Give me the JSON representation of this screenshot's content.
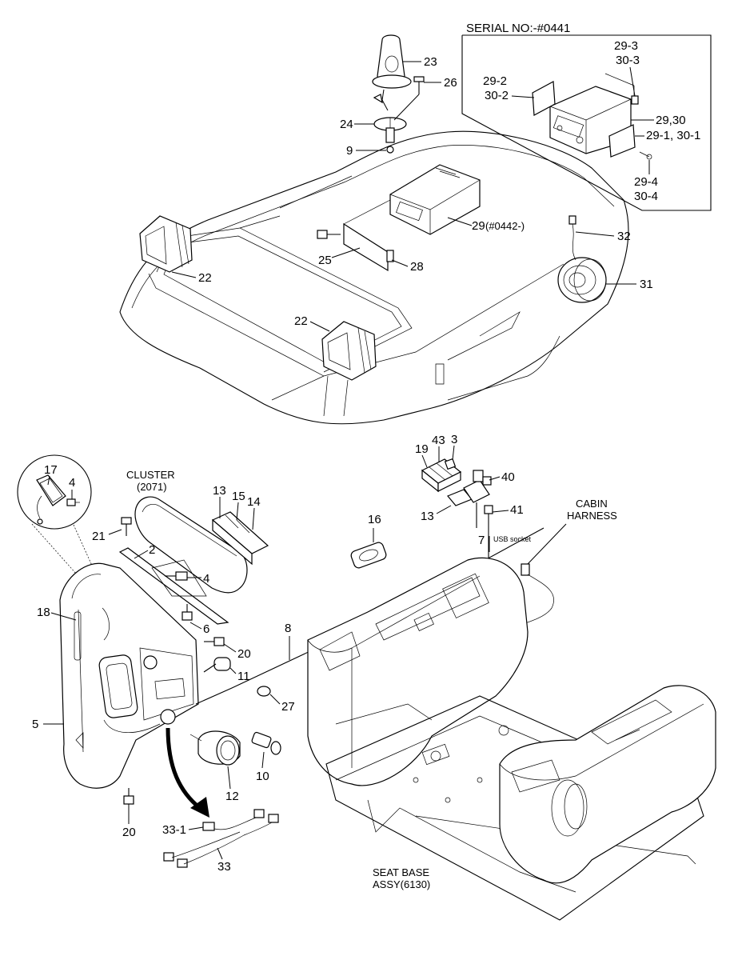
{
  "serial_box": {
    "title": "SERIAL NO:-#0441",
    "labels": {
      "l29_3": "29-3",
      "l30_3": "30-3",
      "l29_2": "29-2",
      "l30_2": "30-2",
      "l29_30": "29,30",
      "l29_1": "29-1, 30-1",
      "l29_4": "29-4",
      "l30_4": "30-4"
    }
  },
  "roof": {
    "l23": "23",
    "l26": "26",
    "l24": "24",
    "l9": "9",
    "l29": "29",
    "l29_serial": "(#0442-)",
    "l32": "32",
    "l25": "25",
    "l28": "28",
    "l22a": "22",
    "l31": "31",
    "l22b": "22"
  },
  "console": {
    "l19": "19",
    "l43": "43",
    "l3": "3",
    "l40": "40",
    "l13b": "13",
    "l41": "41",
    "l7": "7",
    "l16": "16",
    "cabin_harness_1": "CABIN",
    "cabin_harness_2": "HARNESS",
    "usb_socket": "USB socket",
    "seat_base_1": "SEAT BASE",
    "seat_base_2": "ASSY(6130)"
  },
  "side_panel": {
    "l17": "17",
    "l4a": "4",
    "cluster_1": "CLUSTER",
    "cluster_2": "(2071)",
    "l13": "13",
    "l15": "15",
    "l14": "14",
    "l21": "21",
    "l2": "2",
    "l4b": "4",
    "l18": "18",
    "l6": "6",
    "l8": "8",
    "l20a": "20",
    "l11": "11",
    "l27": "27",
    "l5": "5",
    "l10": "10",
    "l12": "12",
    "l20b": "20",
    "l33_1": "33-1",
    "l33": "33"
  }
}
